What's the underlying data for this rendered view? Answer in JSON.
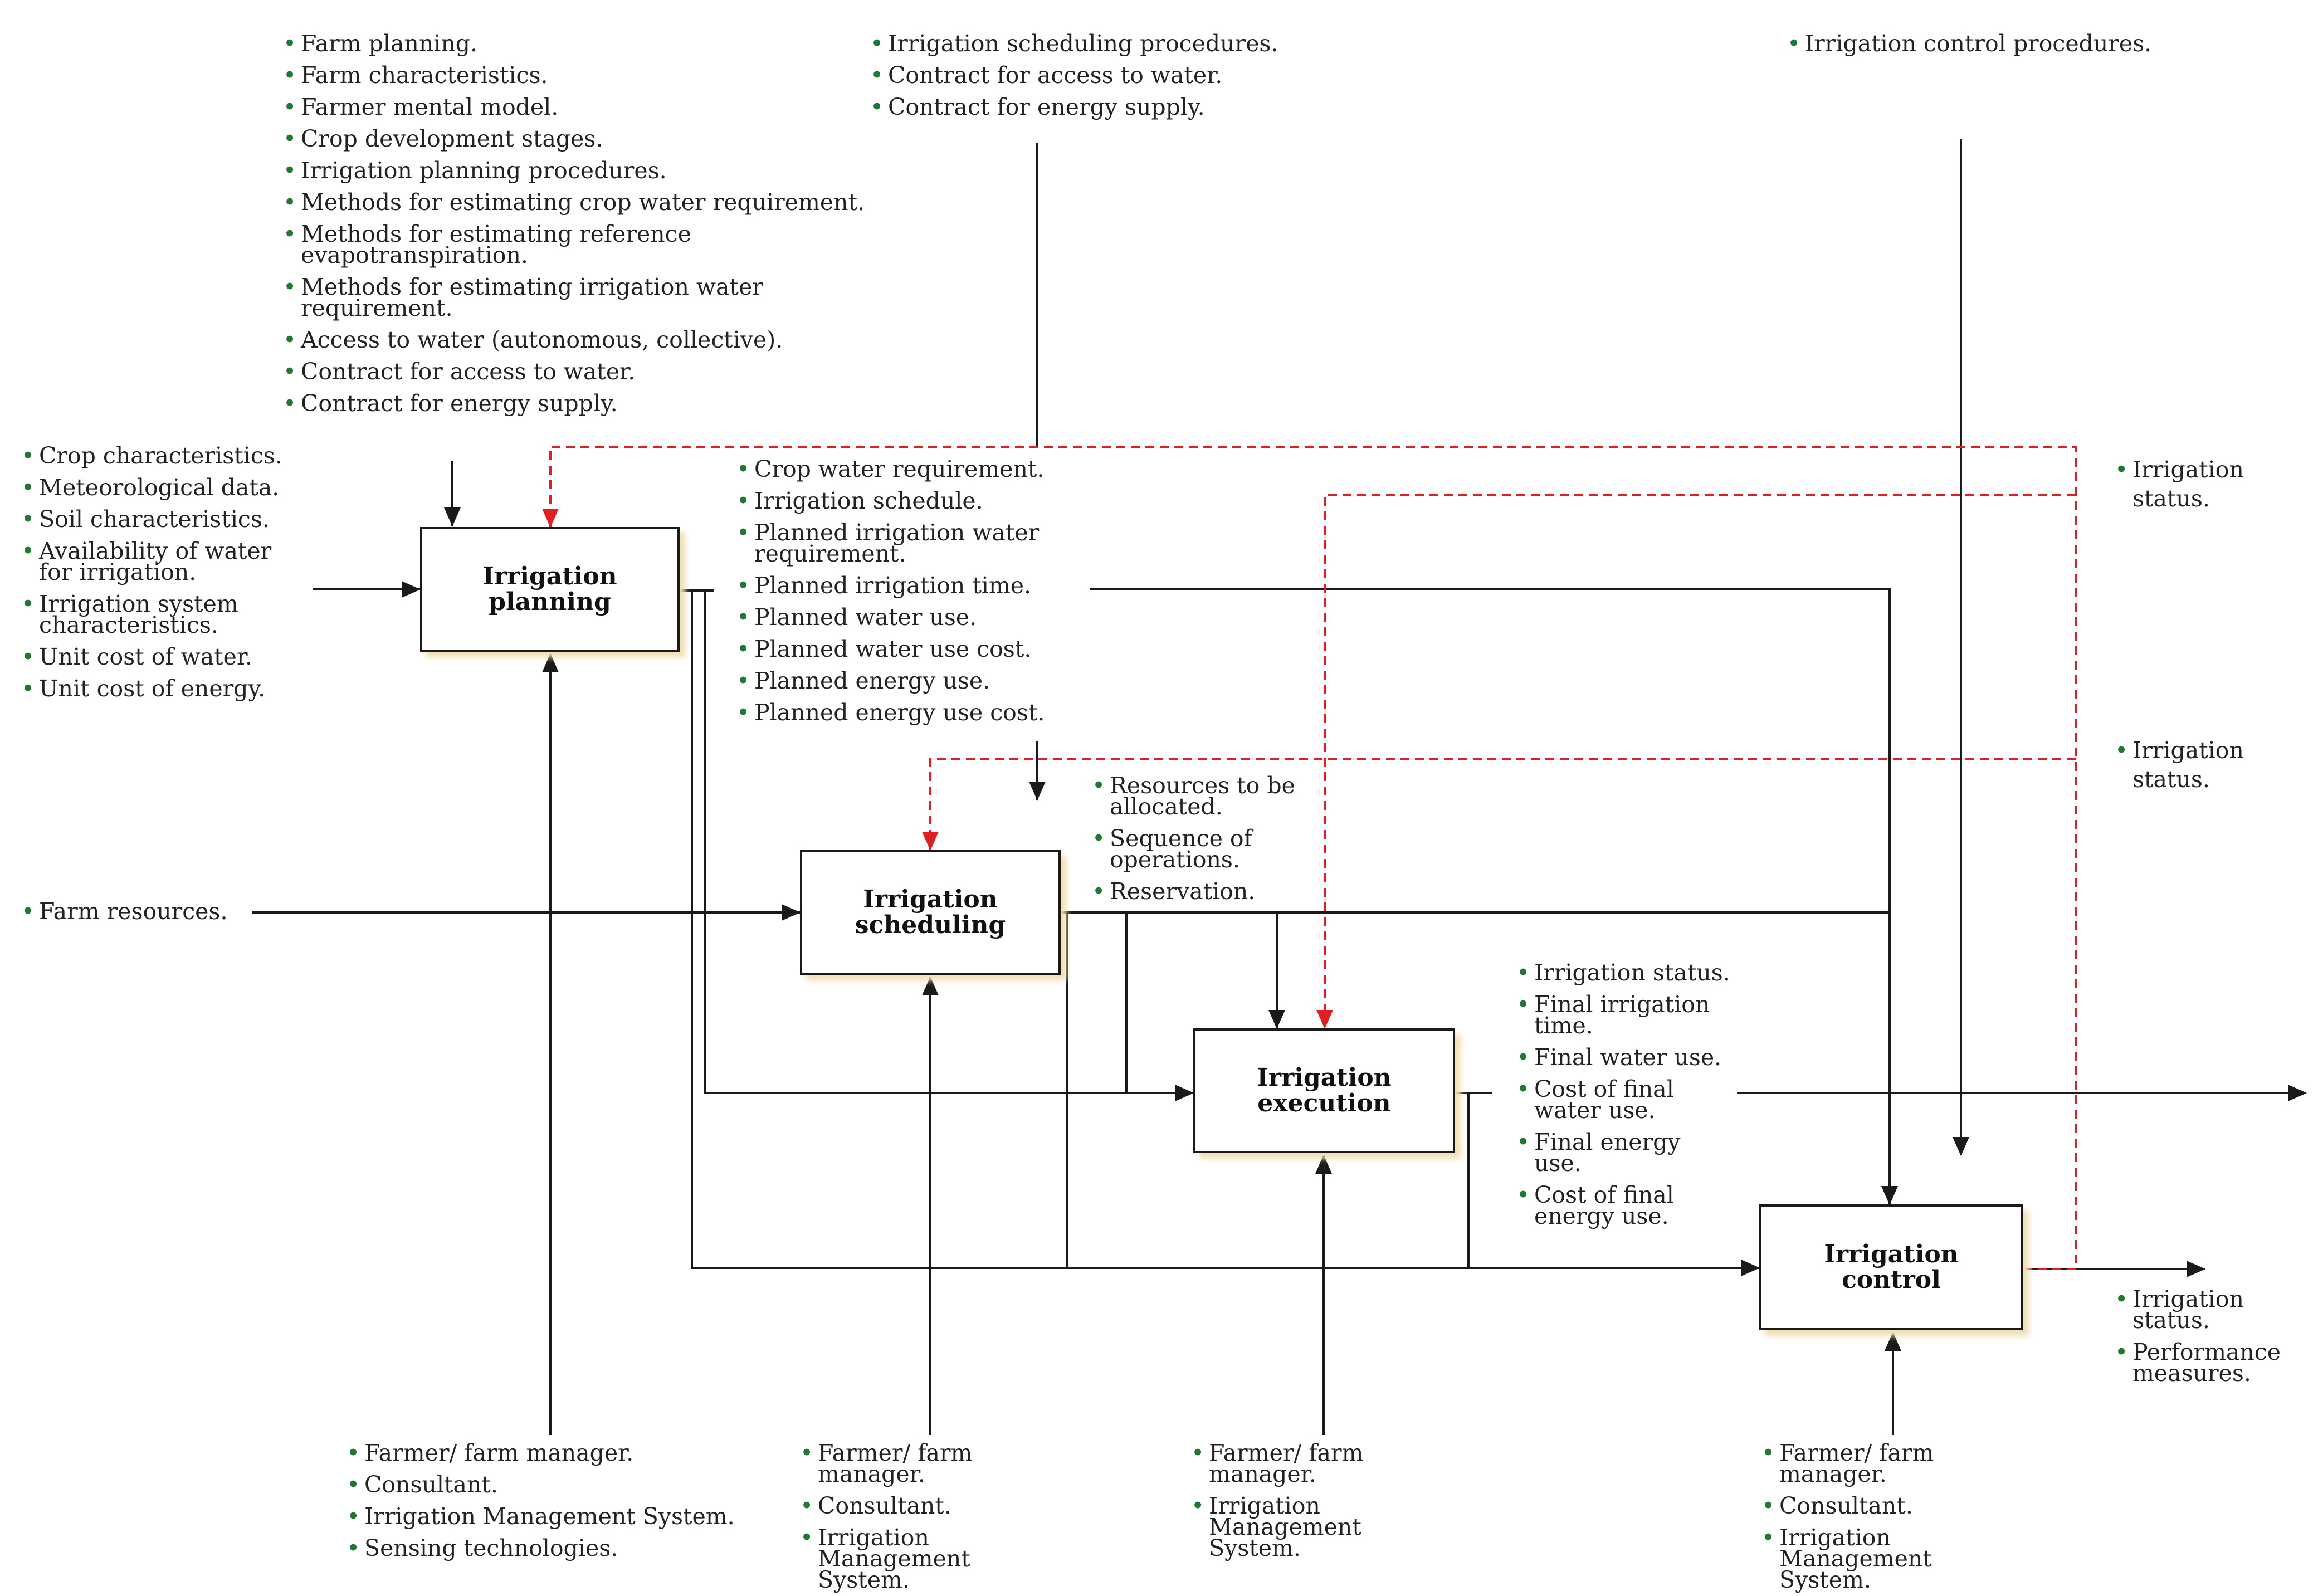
{
  "activities": {
    "planning": "Irrigation\nplanning",
    "scheduling": "Irrigation\nscheduling",
    "execution": "Irrigation\nexecution",
    "control": "Irrigation\ncontrol"
  },
  "planning_controls": [
    "Farm planning.",
    "Farm characteristics.",
    "Farmer mental model.",
    "Crop development stages.",
    "Irrigation planning procedures.",
    "Methods for estimating crop water requirement.",
    "Methods for estimating reference evapotranspiration.",
    "Methods for estimating irrigation water requirement.",
    "Access to water (autonomous, collective).",
    "Contract for access to water.",
    "Contract for energy supply."
  ],
  "scheduling_controls": [
    "Irrigation scheduling procedures.",
    "Contract for access to water.",
    "Contract for energy supply."
  ],
  "control_controls": [
    "Irrigation control procedures."
  ],
  "planning_inputs": [
    "Crop characteristics.",
    "Meteorological data.",
    "Soil characteristics.",
    "Availability of water for irrigation.",
    "Irrigation system characteristics.",
    "Unit cost of water.",
    "Unit cost of energy."
  ],
  "planning_outputs": [
    "Crop water requirement.",
    "Irrigation schedule.",
    "Planned irrigation water requirement.",
    "Planned irrigation time.",
    "Planned water use.",
    "Planned water use cost.",
    "Planned energy use.",
    "Planned energy use cost."
  ],
  "scheduling_inputs": [
    "Farm resources."
  ],
  "scheduling_outputs": [
    "Resources to be allocated.",
    "Sequence of operations.",
    "Reservation."
  ],
  "execution_outputs": [
    "Irrigation status.",
    "Final irrigation time.",
    "Final water use.",
    "Cost of final water use.",
    "Final energy use.",
    "Cost of final energy use."
  ],
  "feedback_status_top": [
    "Irrigation status."
  ],
  "feedback_status_mid": [
    "Irrigation status."
  ],
  "control_outputs": [
    "Irrigation status.",
    "Performance measures."
  ],
  "planning_mechanisms": [
    "Farmer/ farm manager.",
    "Consultant.",
    "Irrigation Management System.",
    "Sensing technologies."
  ],
  "scheduling_mechanisms": [
    "Farmer/ farm manager.",
    "Consultant.",
    "Irrigation Management System."
  ],
  "execution_mechanisms": [
    "Farmer/ farm manager.",
    "Irrigation Management System."
  ],
  "control_mechanisms": [
    "Farmer/ farm manager.",
    "Consultant.",
    "Irrigation Management System."
  ],
  "colors": {
    "flow_line": "#1a1a1a",
    "feedback_line": "#e02020",
    "bullet": "#1f7a2e",
    "box_shadow": "#f0dfb4"
  }
}
